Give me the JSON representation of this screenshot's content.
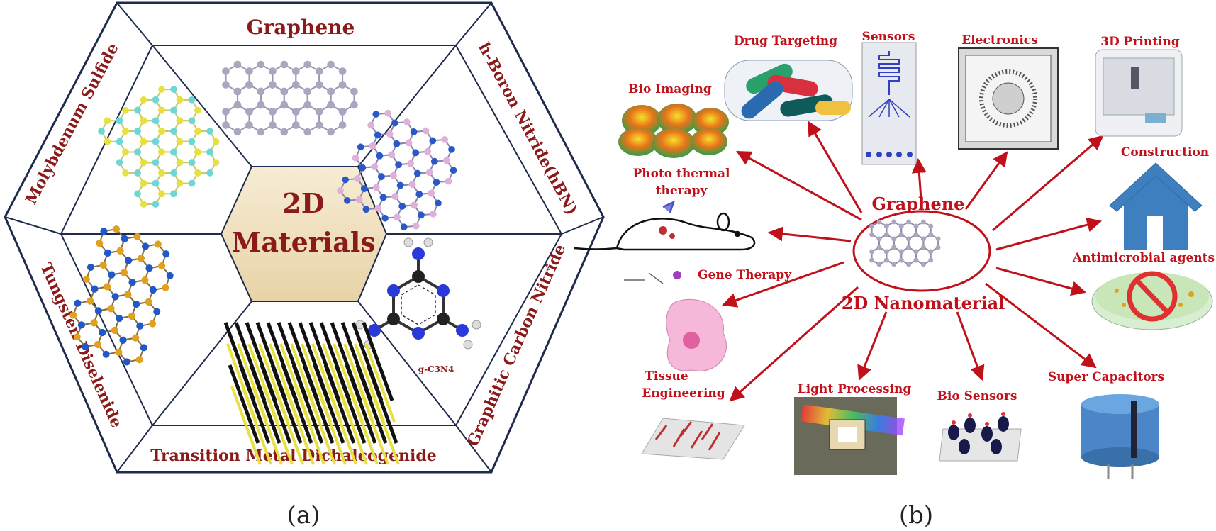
{
  "panel_a": {
    "center_line1": "2D",
    "center_line2": "Materials",
    "top": "Graphene",
    "upper_right": "h-Boron Nitride(hBN)",
    "lower_right": "Graphitic Carbon Nitride",
    "bottom": "Transition Metal Dichalcogenide",
    "lower_left": "Tungsten Diselenide",
    "upper_left": "Molybdenum Sulfide",
    "gcn_formula": "g-C3N4",
    "caption": "(a)"
  },
  "panel_b": {
    "hub_title": "Graphene",
    "hub_subtitle": "2D Nanomaterial",
    "apps": {
      "bio_imaging": "Bio Imaging",
      "drug_targeting": "Drug Targeting",
      "sensors": "Sensors",
      "electronics": "Electronics",
      "printing": "3D Printing",
      "construction": "Construction",
      "photo_thermal_1": "Photo thermal",
      "photo_thermal_2": "therapy",
      "gene_therapy": "Gene Therapy",
      "antimicrobial": "Antimicrobial agents",
      "tissue_1": "Tissue",
      "tissue_2": "Engineering",
      "light_processing": "Light Processing",
      "bio_sensors": "Bio Sensors",
      "super_capacitors": "Super Capacitors"
    },
    "caption": "(b)"
  },
  "colors": {
    "label": "#8b1a1a",
    "arrow": "#c0101a",
    "hex_border": "#1f2b4d",
    "center_fill": "#f2e3c4",
    "house": "#3d7fbf"
  }
}
